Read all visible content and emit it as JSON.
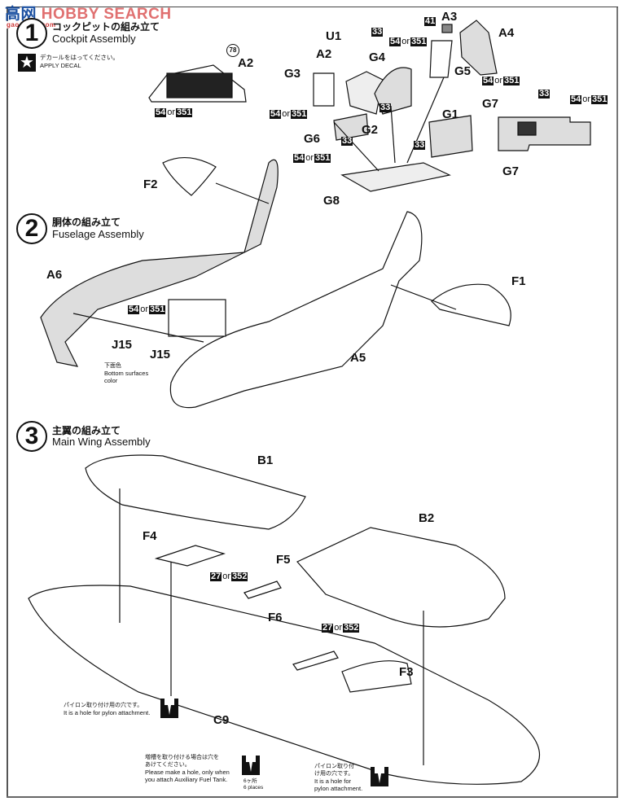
{
  "watermark": {
    "cn": "高网",
    "brand": "HOBBY SEARCH",
    "url": "gao-shou.com"
  },
  "steps": [
    {
      "number": "1",
      "title_jp": "コックピットの組み立て",
      "title_en": "Cockpit Assembly"
    },
    {
      "number": "2",
      "title_jp": "胴体の組み立て",
      "title_en": "Fuselage Assembly"
    },
    {
      "number": "3",
      "title_jp": "主翼の組み立て",
      "title_en": "Main Wing Assembly"
    }
  ],
  "decal_note": {
    "icon": "star-icon",
    "jp": "デカールをはってください。",
    "en": "APPLY DECAL"
  },
  "decal_ref": "78",
  "paint_or": "or",
  "paint_codes": {
    "c54": "54",
    "c351": "351",
    "c33": "33",
    "c41": "41",
    "c27": "27",
    "c352": "352"
  },
  "part_labels": {
    "A2_panel": "A2",
    "U1": "U1",
    "A2": "A2",
    "G3": "G3",
    "G4": "G4",
    "G5": "G5",
    "A3": "A3",
    "A4": "A4",
    "G1": "G1",
    "G7": "G7",
    "G7_detail": "G7",
    "G6": "G6",
    "G2": "G2",
    "G8": "G8",
    "F2": "F2",
    "F1": "F1",
    "A6": "A6",
    "J15_a": "J15",
    "J15_b": "J15",
    "A5": "A5",
    "B1": "B1",
    "B2": "B2",
    "F4": "F4",
    "F5": "F5",
    "F6": "F6",
    "F3": "F3",
    "C9": "C9"
  },
  "notes": {
    "bottom_color": {
      "jp": "下面色",
      "en1": "Bottom surfaces",
      "en2": "color"
    },
    "pylon_left": {
      "jp": "パイロン取り付け用の穴です。",
      "en": "It is a hole for pylon attachment."
    },
    "fuel_tank": {
      "jp1": "増槽を取り付ける場合は穴を",
      "jp2": "あけてください。",
      "en1": "Please make a hole, only when",
      "en2": "you attach Auxiliary Fuel Tank."
    },
    "six_places": {
      "jp": "6ヶ所",
      "en": "6 places"
    },
    "pylon_right": {
      "jp1": "パイロン取り付",
      "jp2": "け用の穴です。",
      "en1": "It is a hole for",
      "en2": "pylon attachment."
    }
  }
}
